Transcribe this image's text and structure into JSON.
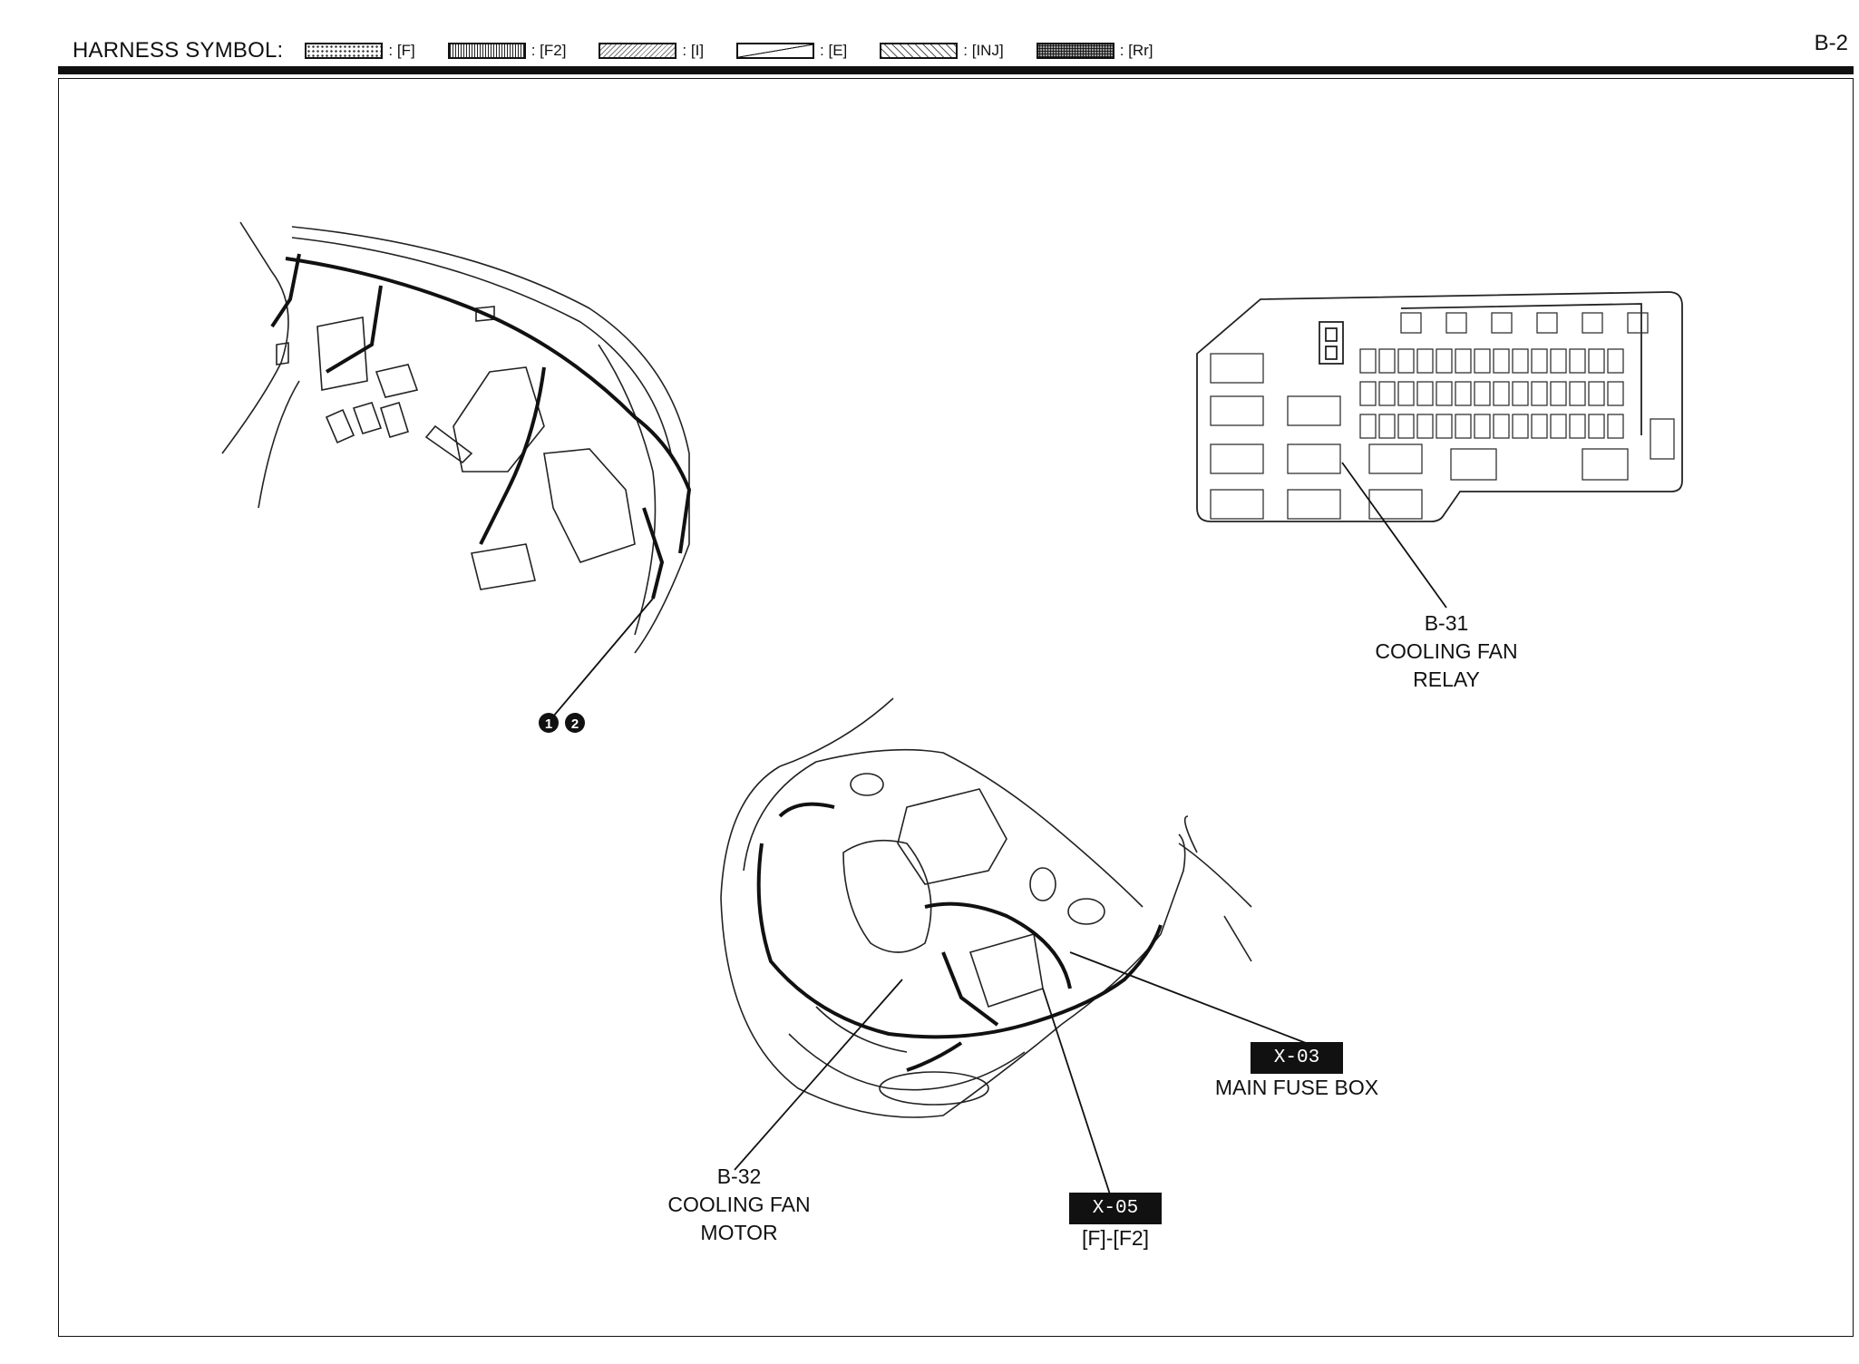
{
  "header": {
    "title": "HARNESS SYMBOL:",
    "page_code": "B-2",
    "legend": [
      {
        "label": ": [F]"
      },
      {
        "label": ": [F2]"
      },
      {
        "label": ": [I]"
      },
      {
        "label": ": [E]"
      },
      {
        "label": ": [INJ]"
      },
      {
        "label": ": [Rr]"
      }
    ]
  },
  "callouts": {
    "b31": {
      "code": "B-31",
      "line1": "COOLING FAN",
      "line2": "RELAY"
    },
    "b32": {
      "code": "B-32",
      "line1": "COOLING FAN",
      "line2": "MOTOR"
    },
    "x03": {
      "tag": "X-03",
      "desc": "MAIN FUSE BOX"
    },
    "x05": {
      "tag": "X-05",
      "desc": "[F]-[F2]"
    },
    "markers": [
      "1",
      "2"
    ]
  }
}
